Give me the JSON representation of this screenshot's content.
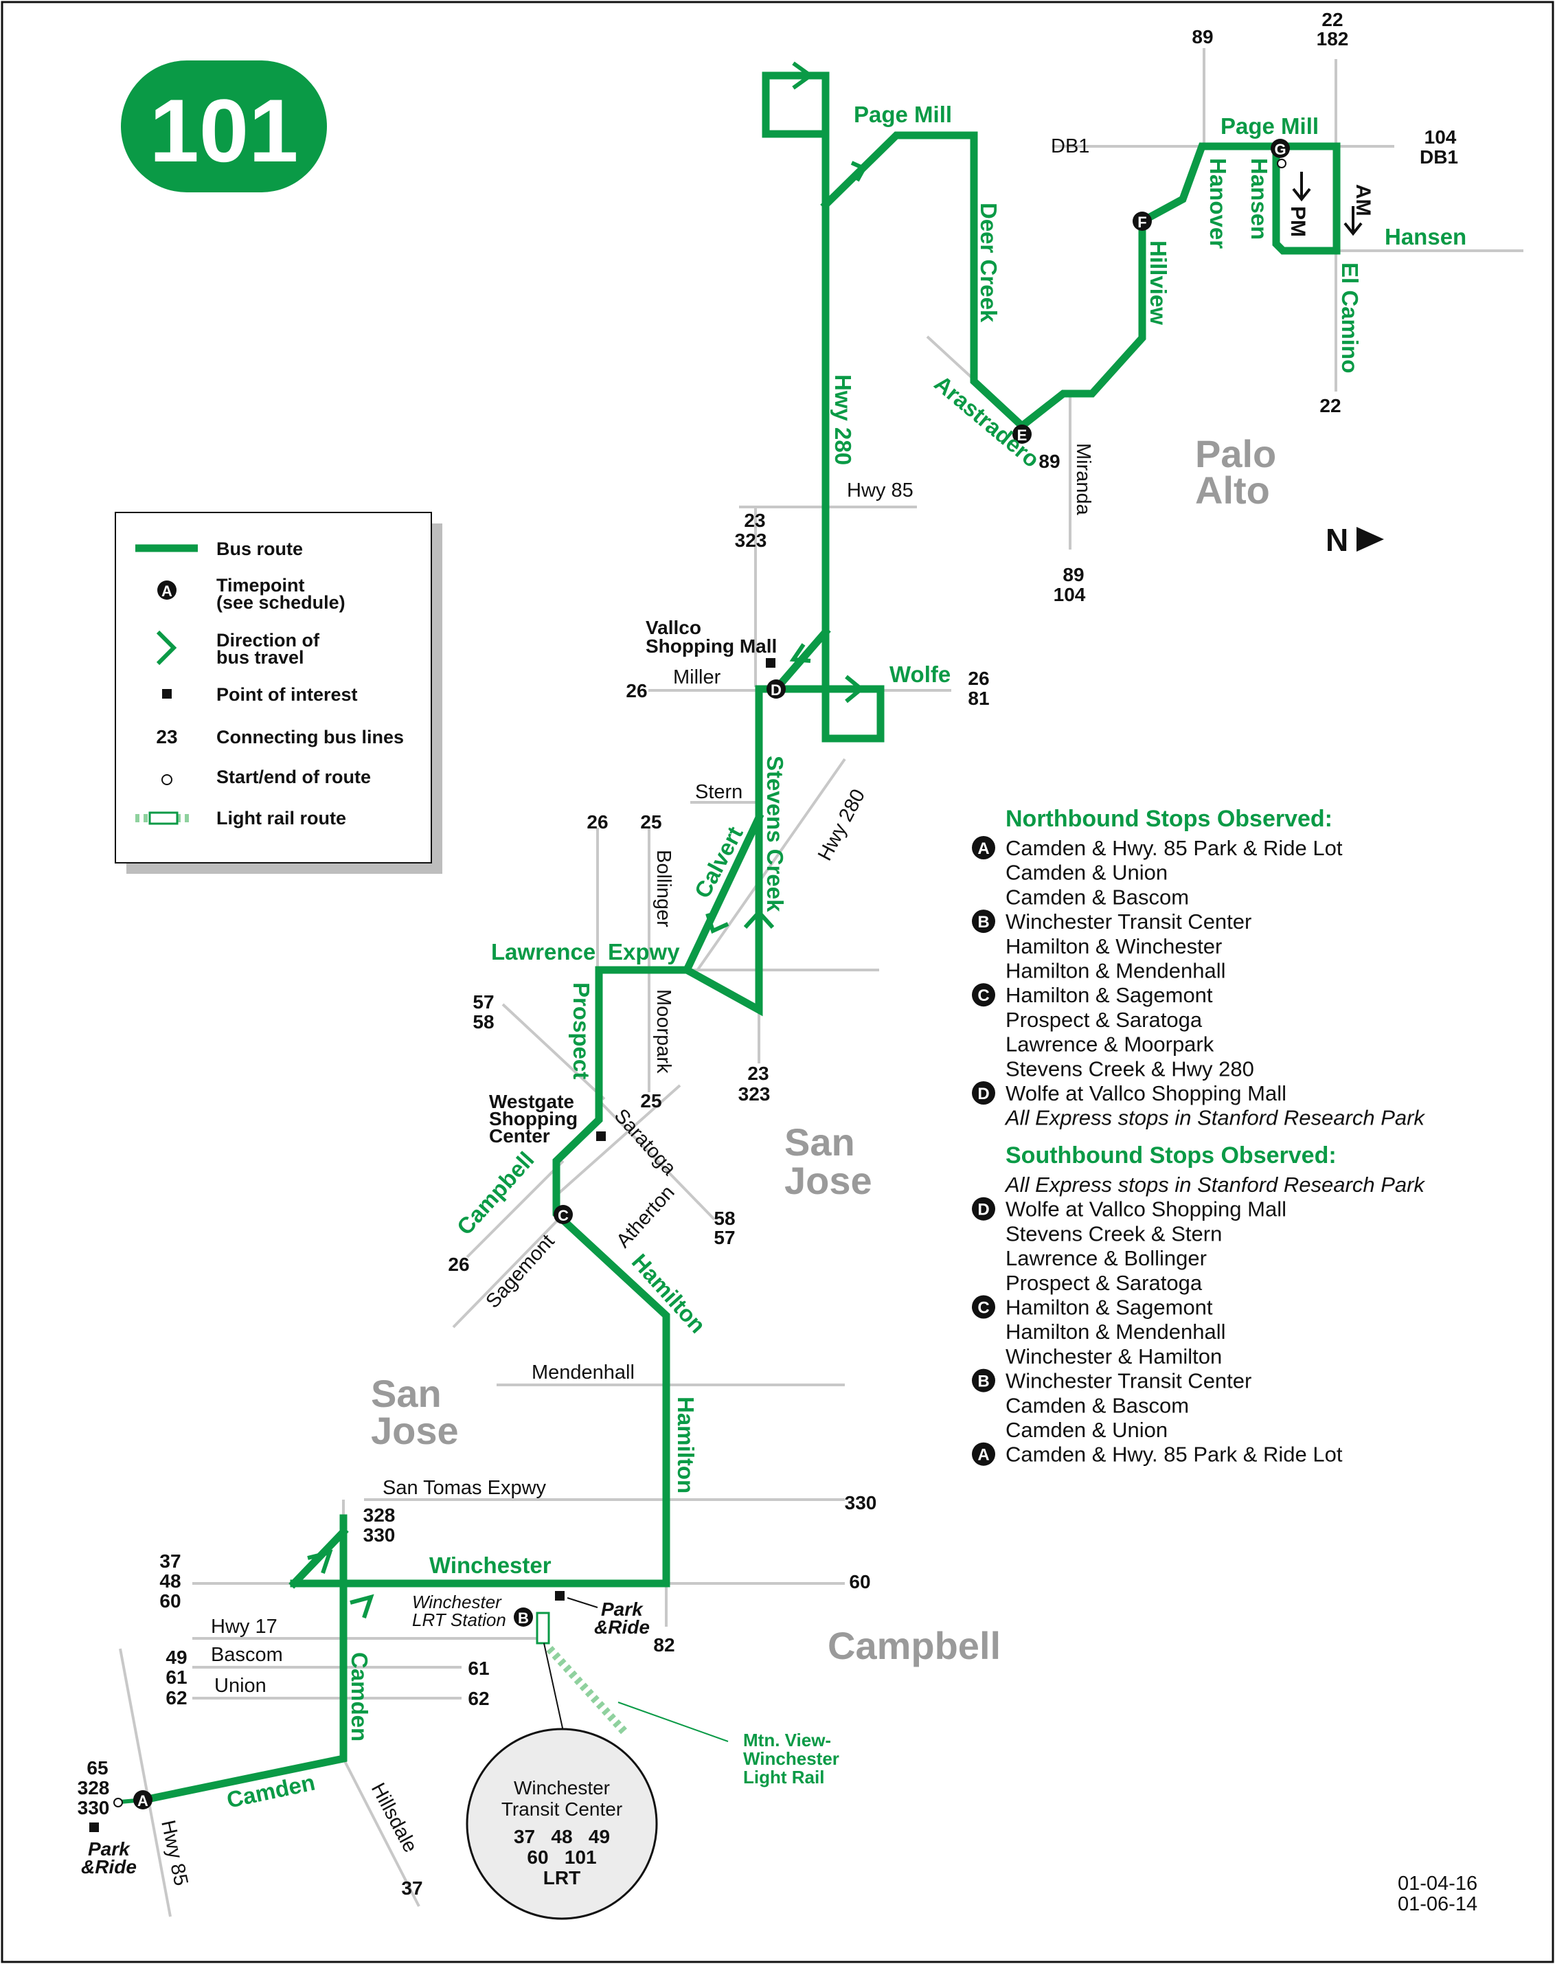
{
  "route_badge": "101",
  "colors": {
    "route": "#0a9a46",
    "street": "#c8c8c8",
    "city": "#9a9a9a",
    "rail": "#8fd19e"
  },
  "legend": {
    "bus_route": "Bus route",
    "timepoint": "Timepoint",
    "timepoint_sub": "(see schedule)",
    "timepoint_marker": "A",
    "direction": "Direction of",
    "direction_sub": "bus travel",
    "poi": "Point of interest",
    "connecting_sample": "23",
    "connecting": "Connecting bus lines",
    "start_end": "Start/end of route",
    "light_rail": "Light rail route"
  },
  "cities": {
    "palo_alto_1": "Palo",
    "palo_alto_2": "Alto",
    "san_jose_a1": "San",
    "san_jose_a2": "Jose",
    "san_jose_b1": "San",
    "san_jose_b2": "Jose",
    "campbell": "Campbell"
  },
  "route_labels": {
    "page_mill_1": "Page Mill",
    "page_mill_2": "Page Mill",
    "deer_creek": "Deer Creek",
    "arastradero": "Arastradero",
    "hillview": "Hillview",
    "hanover": "Hanover",
    "hansen_v": "Hansen",
    "hansen_h": "Hansen",
    "el_camino": "El Camino",
    "hwy280": "Hwy 280",
    "wolfe": "Wolfe",
    "stevens_creek": "Stevens Creek",
    "calvert": "Calvert",
    "lawrence": "Lawrence",
    "expwy": "Expwy",
    "prospect": "Prospect",
    "campbell": "Campbell",
    "hamilton_diag": "Hamilton",
    "hamilton_v": "Hamilton",
    "winchester": "Winchester",
    "camden_v": "Camden",
    "camden_diag": "Camden",
    "am": "AM",
    "pm": "PM"
  },
  "streets": {
    "hwy85_n": "Hwy 85",
    "miranda": "Miranda",
    "db1_left": "DB1",
    "miller": "Miller",
    "stern": "Stern",
    "bollinger": "Bollinger",
    "hwy280_s": "Hwy 280",
    "moorpark": "Moorpark",
    "saratoga": "Saratoga",
    "atherton": "Atherton",
    "sagemont": "Sagemont",
    "mendenhall": "Mendenhall",
    "san_tomas": "San Tomas Expwy",
    "hwy17": "Hwy 17",
    "bascom": "Bascom",
    "union": "Union",
    "hillsdale": "Hillsdale",
    "hwy85_s": "Hwy 85"
  },
  "connections": {
    "n89": "89",
    "n22": "22",
    "n182": "182",
    "n104": "104",
    "db1": "DB1",
    "el22": "22",
    "e89": "89",
    "m89": "89",
    "m104": "104",
    "h23": "23",
    "h323": "323",
    "w26": "26",
    "wolfe26": "26",
    "wolfe81": "81",
    "b26": "26",
    "b25": "25",
    "m23": "23",
    "m323": "323",
    "m25": "25",
    "p57": "57",
    "p58": "58",
    "s58": "58",
    "s57": "57",
    "c26": "26",
    "st328": "328",
    "st330": "330",
    "st330r": "330",
    "w37": "37",
    "w48": "48",
    "w60": "60",
    "w60r": "60",
    "w82": "82",
    "b49": "49",
    "b61": "61",
    "b62": "62",
    "b61r": "61",
    "b62r": "62",
    "a65": "65",
    "a328": "328",
    "a330": "330",
    "h37": "37"
  },
  "poi": {
    "vallco_1": "Vallco",
    "vallco_2": "Shopping Mall",
    "westgate_1": "Westgate",
    "westgate_2": "Shopping",
    "westgate_3": "Center",
    "park": "Park",
    "ride": "&Ride",
    "park2": "Park",
    "ride2": "&Ride",
    "wlrt_1": "Winchester",
    "wlrt_2": "LRT Station",
    "lr_1": "Mtn. View-",
    "lr_2": "Winchester",
    "lr_3": "Light Rail"
  },
  "transit_center": {
    "title_1": "Winchester",
    "title_2": "Transit Center",
    "row1": "37   48   49",
    "row2": "60   101",
    "row3": "LRT"
  },
  "timepoints": {
    "A": "A",
    "B": "B",
    "C": "C",
    "D": "D",
    "E": "E",
    "F": "F",
    "G": "G"
  },
  "north": "N",
  "northbound": {
    "heading": "Northbound Stops Observed:",
    "stops": [
      {
        "tp": "A",
        "text": "Camden & Hwy. 85 Park & Ride Lot"
      },
      {
        "tp": "",
        "text": "Camden & Union"
      },
      {
        "tp": "",
        "text": "Camden & Bascom"
      },
      {
        "tp": "B",
        "text": "Winchester Transit Center"
      },
      {
        "tp": "",
        "text": "Hamilton & Winchester"
      },
      {
        "tp": "",
        "text": "Hamilton & Mendenhall"
      },
      {
        "tp": "C",
        "text": "Hamilton & Sagemont"
      },
      {
        "tp": "",
        "text": "Prospect & Saratoga"
      },
      {
        "tp": "",
        "text": "Lawrence & Moorpark"
      },
      {
        "tp": "",
        "text": "Stevens Creek & Hwy 280"
      },
      {
        "tp": "D",
        "text": "Wolfe at Vallco Shopping Mall"
      },
      {
        "tp": "",
        "text": "All Express stops in Stanford Research Park",
        "italic": true
      }
    ]
  },
  "southbound": {
    "heading": "Southbound Stops Observed:",
    "stops": [
      {
        "tp": "",
        "text": "All Express stops in Stanford Research Park",
        "italic": true
      },
      {
        "tp": "D",
        "text": "Wolfe at Vallco Shopping Mall"
      },
      {
        "tp": "",
        "text": "Stevens Creek & Stern"
      },
      {
        "tp": "",
        "text": "Lawrence & Bollinger"
      },
      {
        "tp": "",
        "text": "Prospect & Saratoga"
      },
      {
        "tp": "C",
        "text": "Hamilton & Sagemont"
      },
      {
        "tp": "",
        "text": "Hamilton & Mendenhall"
      },
      {
        "tp": "",
        "text": "Winchester & Hamilton"
      },
      {
        "tp": "B",
        "text": "Winchester Transit Center"
      },
      {
        "tp": "",
        "text": "Camden & Bascom"
      },
      {
        "tp": "",
        "text": "Camden & Union"
      },
      {
        "tp": "A",
        "text": "Camden & Hwy. 85 Park & Ride Lot"
      }
    ]
  },
  "dates": {
    "d1": "01-04-16",
    "d2": "01-06-14"
  }
}
